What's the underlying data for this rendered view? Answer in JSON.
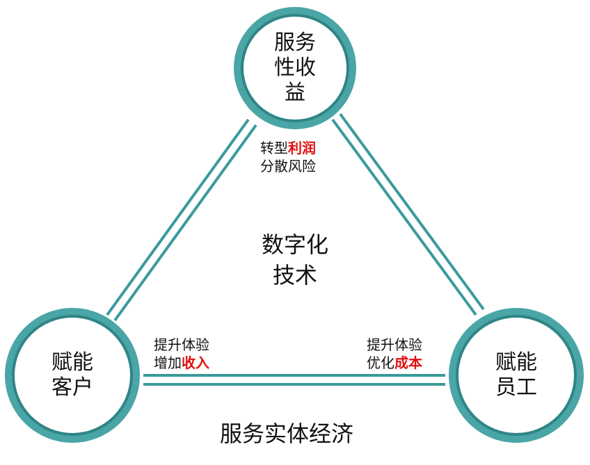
{
  "nodes": {
    "top": {
      "lines": [
        "服务",
        "性收",
        "益"
      ]
    },
    "left": {
      "lines": [
        "赋能",
        "客户"
      ]
    },
    "right": {
      "lines": [
        "赋能",
        "员工"
      ]
    }
  },
  "edges": {
    "top": {
      "line1": "转型",
      "line1_highlight": "利润",
      "line2": "分散风险"
    },
    "left": {
      "line1": "提升体验",
      "line2": "增加",
      "line2_highlight": "收入"
    },
    "right": {
      "line1": "提升体验",
      "line2": "优化",
      "line2_highlight": "成本"
    }
  },
  "center": {
    "lines": [
      "数字化",
      "技术"
    ]
  },
  "footer": {
    "label": "服务实体经济"
  },
  "colors": {
    "ring": "#4aa5a6",
    "edge": "#3a9a9b",
    "highlight": "#e01010"
  }
}
